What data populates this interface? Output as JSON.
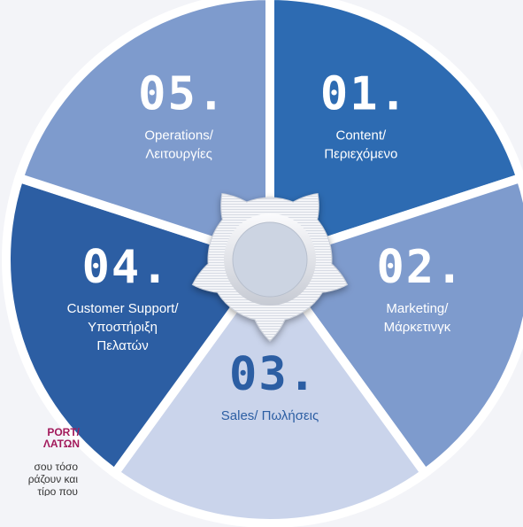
{
  "diagram": {
    "center_colors": {
      "hub_face": "#ccd4e2",
      "ring": "#ffffff"
    },
    "segments": [
      {
        "number": "01.",
        "label_lines": [
          "Content/",
          "Περιεχόμενο"
        ],
        "color": "#2d6bb2",
        "number_color": "#ffffff",
        "label_color": "#ffffff"
      },
      {
        "number": "02.",
        "label_lines": [
          "Marketing/",
          "Μάρκετινγκ"
        ],
        "color": "#7e9bcd",
        "number_color": "#ffffff",
        "label_color": "#ffffff"
      },
      {
        "number": "03.",
        "label_lines": [
          "Sales/ Πωλήσεις"
        ],
        "color": "#cad4eb",
        "number_color": "#2c5ea3",
        "label_color": "#2c5ea3"
      },
      {
        "number": "04.",
        "label_lines": [
          "Customer Support/",
          "Υποστήριξη",
          "Πελατών"
        ],
        "color": "#2c5ea3",
        "number_color": "#ffffff",
        "label_color": "#ffffff"
      },
      {
        "number": "05.",
        "label_lines": [
          "Operations/",
          "Λειτουργίες"
        ],
        "color": "#7e9bcd",
        "number_color": "#ffffff",
        "label_color": "#ffffff"
      }
    ]
  },
  "side_text": {
    "heading": "PORT/\nΛΑΤΩΝ",
    "body": "σου τόσο\nράζουν και\nτίρο που"
  }
}
